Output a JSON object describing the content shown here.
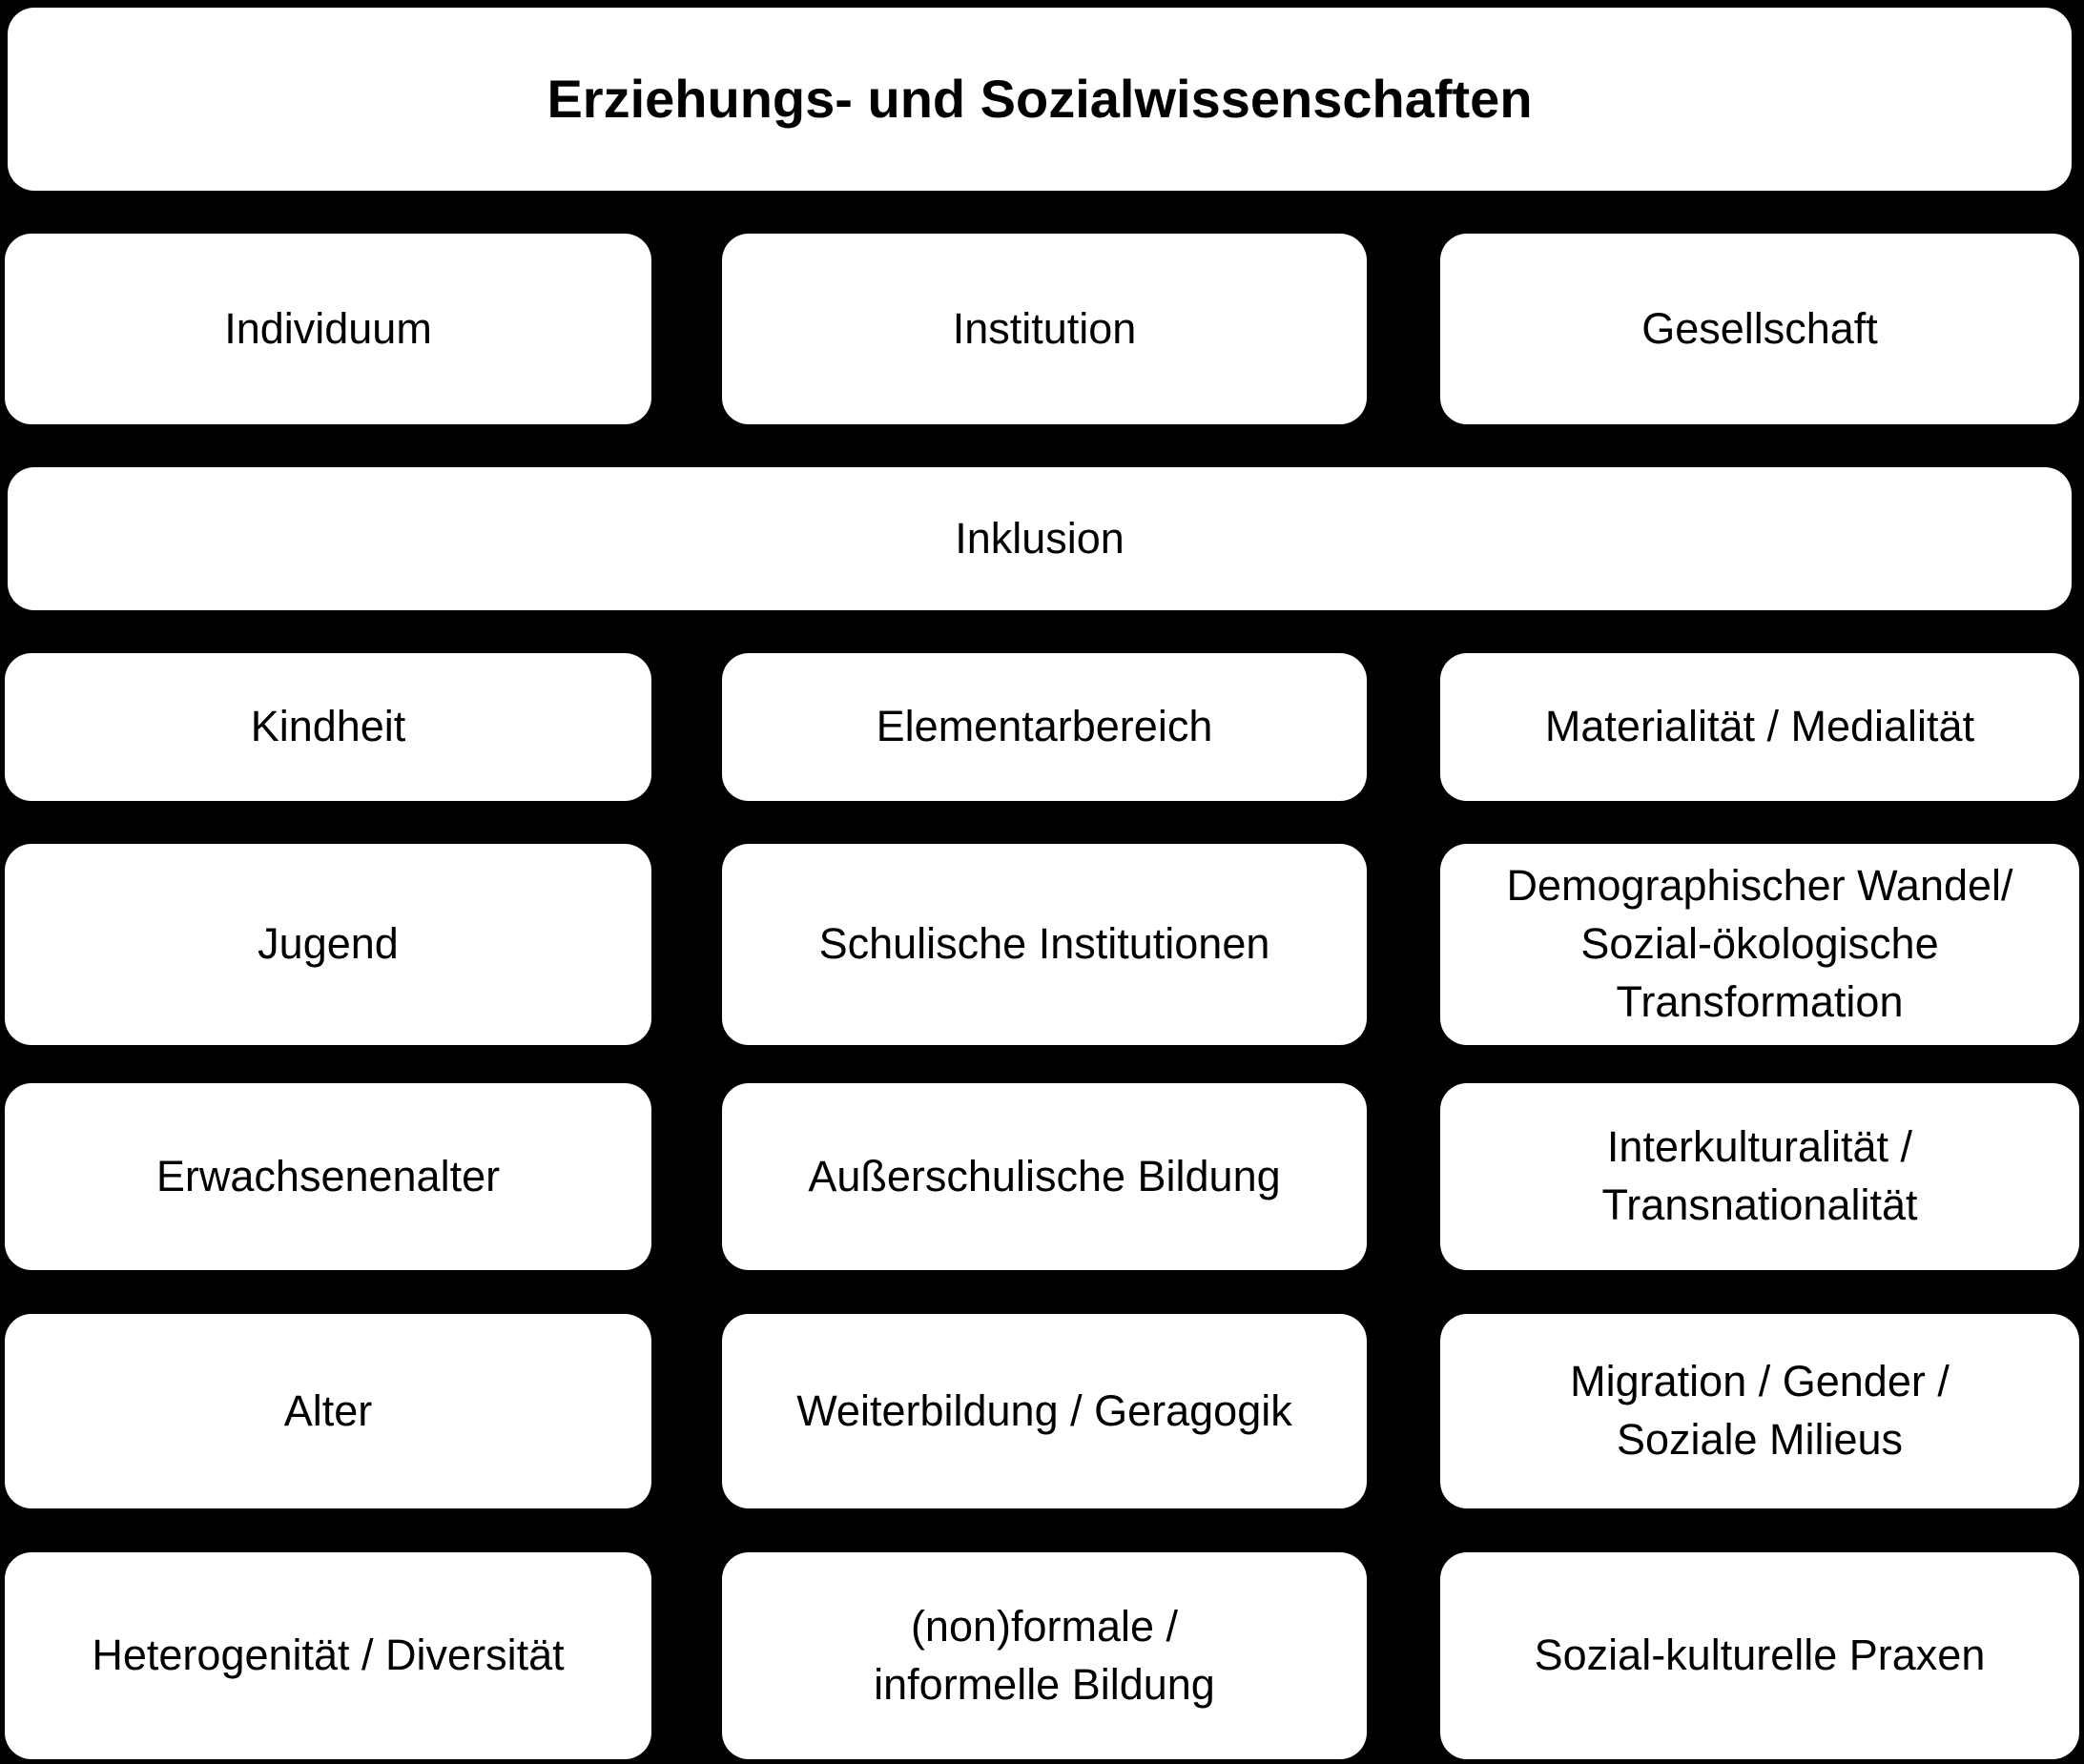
{
  "diagram": {
    "title": "Erziehungs- und Sozialwissenschaften",
    "inklusion": "Inklusion",
    "columns": [
      {
        "header": "Individuum",
        "items": [
          "Kindheit",
          "Jugend",
          "Erwachsenenalter",
          "Alter",
          "Heterogenität / Diversität"
        ]
      },
      {
        "header": "Institution",
        "items": [
          "Elementarbereich",
          "Schulische Institutionen",
          "Außerschulische Bildung",
          "Weiterbildung / Geragogik",
          "(non)formale /\ninformelle Bildung"
        ]
      },
      {
        "header": "Gesellschaft",
        "items": [
          "Materialität / Medialität",
          "Demographischer Wandel/\nSozial-ökologische\nTransformation",
          "Interkulturalität /\nTransnationalität",
          "Migration / Gender /\nSoziale Milieus",
          "Sozial-kulturelle Praxen"
        ]
      }
    ],
    "colors": {
      "background": "#000000",
      "box_fill": "#FFFFFF",
      "text": "#000000"
    }
  }
}
